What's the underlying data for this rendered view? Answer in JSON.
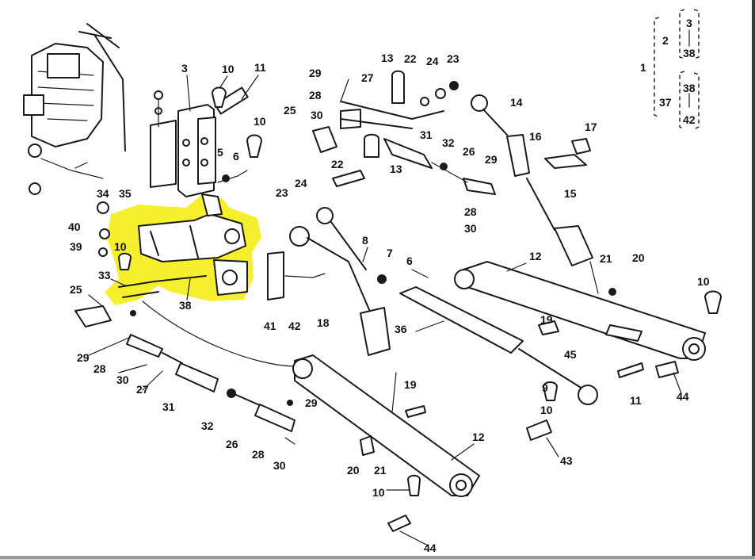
{
  "highlight_color": "#f5ee1c",
  "line_color": "#1a1a1a",
  "legend": {
    "n1": "1",
    "n2": "2",
    "n3": "3",
    "n38a": "38",
    "n38b": "38",
    "n37": "37",
    "n42": "42"
  },
  "callouts": {
    "c3": "3",
    "c10a": "10",
    "c11a": "11",
    "c10b": "10",
    "c5": "5",
    "c6a": "6",
    "c29a": "29",
    "c27a": "27",
    "c13a": "13",
    "c22a": "22",
    "c24a": "24",
    "c23a": "23",
    "c28a": "28",
    "c30a": "30",
    "c25a": "25",
    "c31a": "31",
    "c32a": "32",
    "c26a": "26",
    "c29b": "29",
    "c13b": "13",
    "c22b": "22",
    "c14": "14",
    "c16": "16",
    "c17": "17",
    "c23b": "23",
    "c24b": "24",
    "c15": "15",
    "c28b": "28",
    "c30b": "30",
    "c34": "34",
    "c35": "35",
    "c40": "40",
    "c39": "39",
    "c10c": "10",
    "c33": "33",
    "c38a": "38",
    "c25b": "25",
    "c8": "8",
    "c7": "7",
    "c6b": "6",
    "c12a": "12",
    "c21a": "21",
    "c20a": "20",
    "c10d": "10",
    "c41": "41",
    "c42": "42",
    "c18": "18",
    "c36": "36",
    "c19a": "19",
    "c45": "45",
    "c29c": "29",
    "c28c": "28",
    "c30c": "30",
    "c27b": "27",
    "c31b": "31",
    "c9": "9",
    "c44a": "44",
    "c11b": "11",
    "c10e": "10",
    "c19b": "19",
    "c32b": "32",
    "c29d": "29",
    "c26b": "26",
    "c28d": "28",
    "c30d": "30",
    "c12b": "12",
    "c20b": "20",
    "c21b": "21",
    "c43": "43",
    "c10f": "10",
    "c44b": "44"
  }
}
